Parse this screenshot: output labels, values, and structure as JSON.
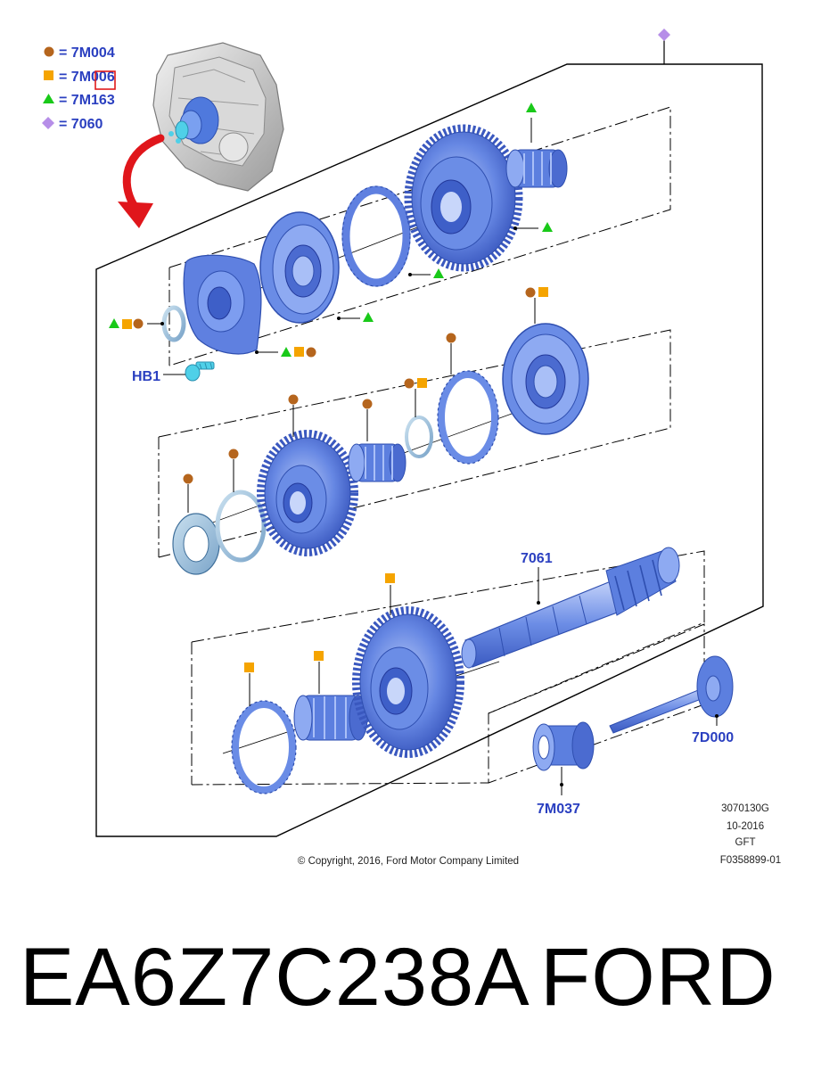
{
  "legend": {
    "items": [
      {
        "symbol": "circle",
        "color": "#b5651d",
        "label": "= 7M004"
      },
      {
        "symbol": "square",
        "color": "#f5a400",
        "label": "= 7M006"
      },
      {
        "symbol": "triangle",
        "color": "#19c919",
        "label": "= 7M163"
      },
      {
        "symbol": "diamond",
        "color": "#b68ee8",
        "label": "= 7060"
      }
    ]
  },
  "callouts": {
    "hb1": "HB1",
    "shaft": "7061",
    "seal": "7D000",
    "bearing": "7M037"
  },
  "info": {
    "code": "3070130G",
    "date": "10-2016",
    "lang": "GFT",
    "ref": "F0358899-01",
    "copyright": "© Copyright, 2016, Ford Motor Company Limited"
  },
  "footer": {
    "part_number": "EA6Z7C238A",
    "brand": "FORD"
  },
  "colors": {
    "part_blue": "#5b7fe0",
    "part_light": "#8aa8f0",
    "part_dark": "#2f4fb0",
    "label_blue": "#2a3fc0",
    "marker_brown": "#b5651d",
    "marker_orange": "#f5a400",
    "marker_green": "#19c919",
    "marker_purple": "#b68ee8",
    "arrow_red": "#e0161b"
  }
}
